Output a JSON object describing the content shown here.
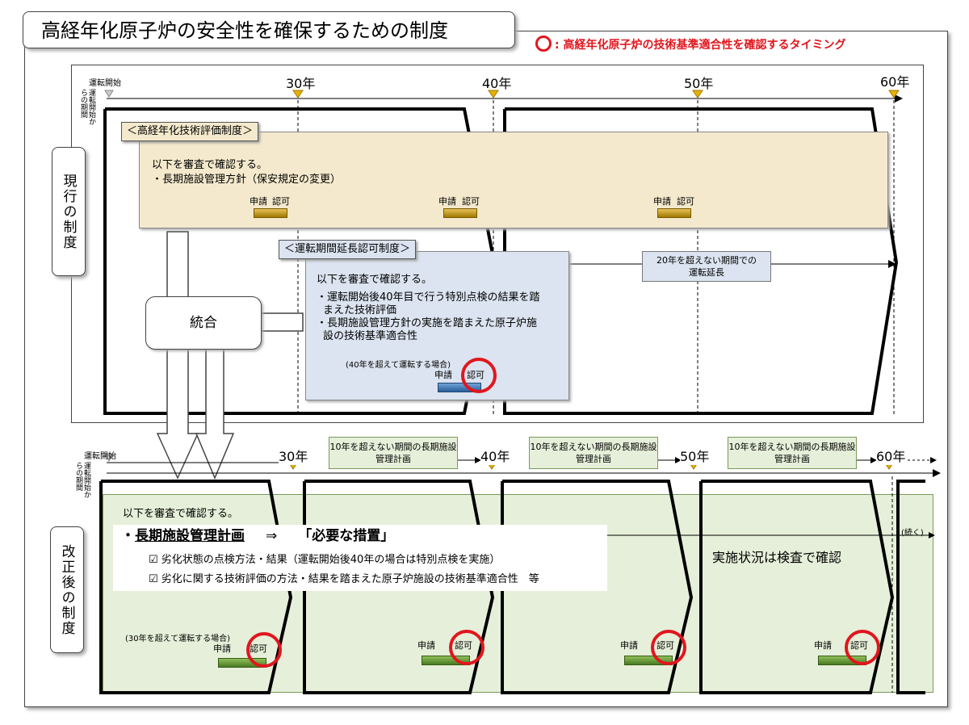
{
  "title": "高経年化原子炉の安全性を確保するための制度",
  "legend": ": 高経年化原子炉の技術基準適合性を確認するタイミング",
  "axis": {
    "start_label": "運転開始",
    "period_label": "運転開始からの期間",
    "years": [
      "30年",
      "40年",
      "50年",
      "60年"
    ]
  },
  "current": {
    "side_label": "現行の制度",
    "pltm": {
      "header": "＜高経年化技術評価制度＞",
      "line1": "以下を審査で確認する。",
      "line2": "・長期施設管理方針（保安規定の変更）",
      "apply": "申請",
      "approve": "認可"
    },
    "extension": {
      "header": "＜運転期間延長認可制度＞",
      "line1": "以下を審査で確認する。",
      "line2": "・運転開始後40年目で行う特別点検の結果を踏",
      "line3": "まえた技術評価",
      "line4": "・長期施設管理方針の実施を踏まえた原子炉施",
      "line5": "設の技術基準適合性",
      "note": "(40年を超えて運転する場合)",
      "apply": "申請",
      "approve": "認可"
    },
    "ext_callout": "20年を超えない期間での運転延長",
    "merge_label": "統合"
  },
  "revised": {
    "side_label": "改正後の制度",
    "plan_box": "10年を超えない期間の長期施設管理計画",
    "line1": "以下を審査で確認する。",
    "bullet_prefix": "・",
    "bullet_main": "長期施設管理計画",
    "arrow": "⇒",
    "bullet_need": "「必要な措置」",
    "check1": "☑ 劣化状態の点検方法・結果（運転開始後40年の場合は特別点検を実施）",
    "check2": "☑ 劣化に関する技術評価の方法・結果を踏まえた原子炉施設の技術基準適合性　等",
    "inspect": "実施状況は検査で確認",
    "continue": "(続く)",
    "note": "(30年を超えて運転する場合)",
    "apply": "申請",
    "approve": "認可"
  },
  "colors": {
    "red": "#e0161e",
    "tan": "#f4e9cc",
    "blue": "#dbe4f0",
    "green": "#e6efd9",
    "tick": "#e8b000"
  }
}
